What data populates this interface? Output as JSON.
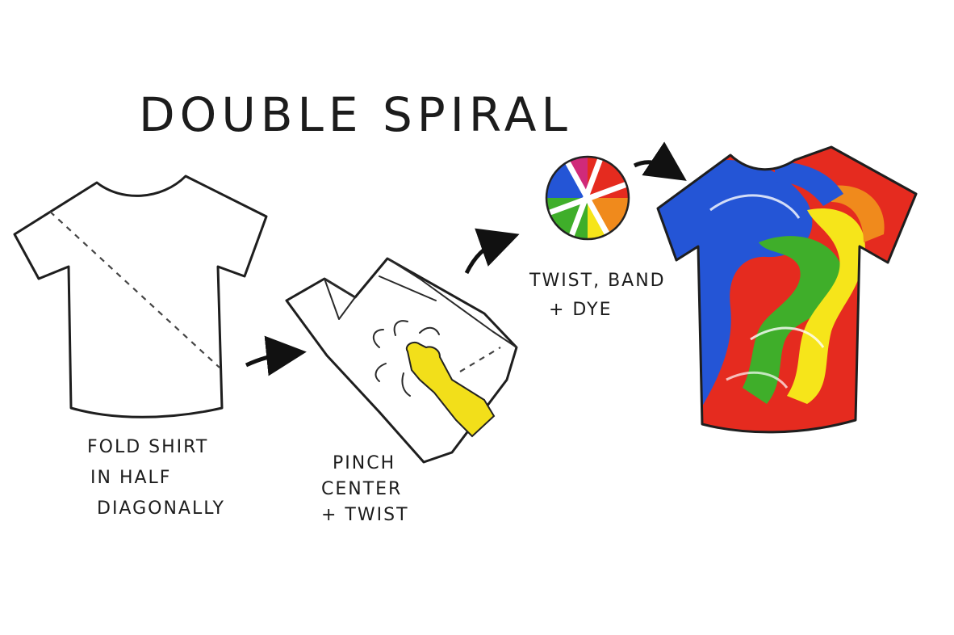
{
  "title": "DOUBLE SPIRAL",
  "steps": [
    {
      "lines": [
        "FOLD SHIRT",
        "IN HALF",
        "DIAGONALLY"
      ]
    },
    {
      "lines": [
        "PINCH",
        "CENTER",
        "+ TWIST"
      ]
    },
    {
      "lines": [
        "TWIST, BAND",
        "+ DYE"
      ]
    }
  ],
  "colors": {
    "red": "#e52b1f",
    "orange": "#f08a1c",
    "yellow": "#f6e51a",
    "green": "#3fae2a",
    "blue": "#2455d6",
    "glove": "#f2df1a"
  }
}
